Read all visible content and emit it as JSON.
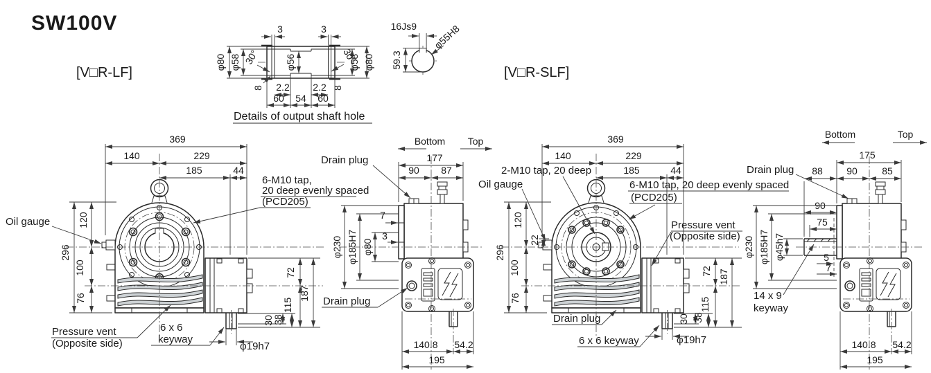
{
  "title": "SW100V",
  "variants": {
    "lf": "[V□R-LF]",
    "slf": "[V□R-SLF]"
  },
  "detail_view": {
    "caption": "Details of output shaft hole",
    "groove_left": "3",
    "groove_right": "3",
    "dia_outer_left": "φ80",
    "dia_step_left": "φ58",
    "chamfer_angle_left": "30°",
    "dia_bore": "φ56",
    "chamfer_angle_right": "30°",
    "dia_step_right": "φ58",
    "dia_outer_right": "φ80",
    "depth_left": "8",
    "offset_left": "2.2",
    "offset_right": "2.2",
    "depth_right": "8",
    "len_left": "60",
    "len_mid": "54",
    "len_right": "60",
    "keyway_width": "16Js9",
    "keyway_height": "59.3",
    "bore_dia": "φ55H8"
  },
  "lf_front": {
    "width_total": "369",
    "width_left": "140",
    "width_right": "229",
    "width_inner": "185",
    "width_flange": "44",
    "height_total": "296",
    "height_upper": "120",
    "height_mid": "100",
    "height_lower": "76",
    "motor_upper": "72",
    "motor_total": "187",
    "motor_lower": "115",
    "shaft_len_short": "30",
    "shaft_len_long": "38",
    "shaft_dia": "φ19h7",
    "oil_gauge": "Oil gauge",
    "tap_note_1": "6-M10 tap,",
    "tap_note_2": "20 deep evenly spaced",
    "tap_note_3": "(PCD205)",
    "vent_note_1": "Pressure vent",
    "vent_note_2": "(Opposite side)",
    "keyway_note_1": "6 x 6",
    "keyway_note_2": "keyway"
  },
  "lf_side": {
    "dir_bottom": "Bottom",
    "dir_top": "Top",
    "width_total": "177",
    "width_left": "90",
    "width_right": "87",
    "drain_top": "Drain plug",
    "drain_bottom": "Drain plug",
    "flange_dia": "φ230",
    "spigot_dia": "φ185H7",
    "bore_dia": "φ80",
    "step_1": "7",
    "step_2": "3",
    "base_left": "140.8",
    "base_right": "54.2",
    "base_total": "195"
  },
  "slf_front": {
    "width_total": "369",
    "width_left": "140",
    "width_right": "229",
    "width_inner": "185",
    "width_flange": "44",
    "height_total": "296",
    "height_upper": "120",
    "height_mid": "100",
    "height_lower": "76",
    "gauge_offset": "22",
    "motor_upper": "72",
    "motor_total": "187",
    "motor_lower": "115",
    "shaft_len_short": "30",
    "shaft_len_long": "38",
    "shaft_dia": "φ19h7",
    "shaft_tap_note": "2-M10 tap, 20 deep",
    "oil_gauge": "Oil gauge",
    "tap_note_1": "6-M10 tap, 20 deep evenly spaced",
    "tap_note_2": "(PCD205)",
    "vent_note_1": "Pressure vent",
    "vent_note_2": "(Opposite side)",
    "drain_plug": "Drain plug",
    "keyway_note": "6 x 6 keyway"
  },
  "slf_side": {
    "dir_bottom": "Bottom",
    "dir_top": "Top",
    "offset_left": "88",
    "width_total": "175",
    "width_left": "90",
    "width_right": "85",
    "drain_plug": "Drain plug",
    "shaft_len_total": "90",
    "shaft_len_usable": "75",
    "flange_dia": "φ230",
    "spigot_dia": "φ185H7",
    "shaft_dia": "φ45h7",
    "step_1": "5",
    "step_2": "7",
    "keyway_note_1": "14 x 9",
    "keyway_note_2": "keyway",
    "base_left": "140.8",
    "base_right": "54.2",
    "base_total": "195"
  }
}
